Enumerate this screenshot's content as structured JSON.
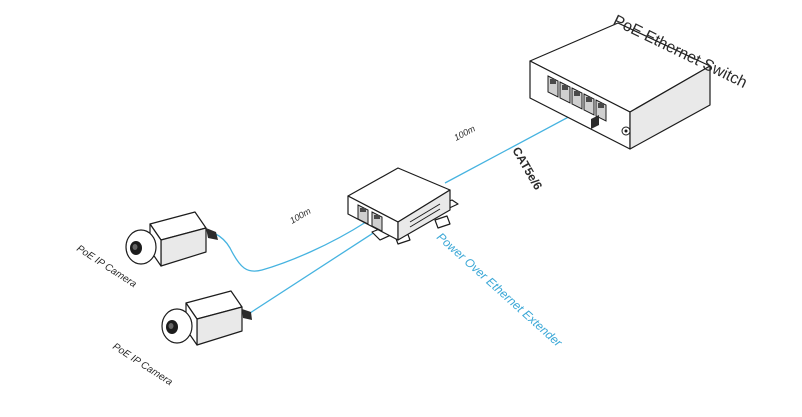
{
  "labels": {
    "switch": "PoE Ethernet Switch",
    "cable_type": "CAT5e/6",
    "distance_upper": "100m",
    "distance_lower": "100m",
    "extender": "Power Over Ethernet Extender",
    "camera_upper": "PoE IP Camera",
    "camera_lower": "PoE IP Camera"
  },
  "colors": {
    "cable": "#46b3e0",
    "label_accent": "#3aa7d6",
    "label_text": "#2b2b2b"
  }
}
